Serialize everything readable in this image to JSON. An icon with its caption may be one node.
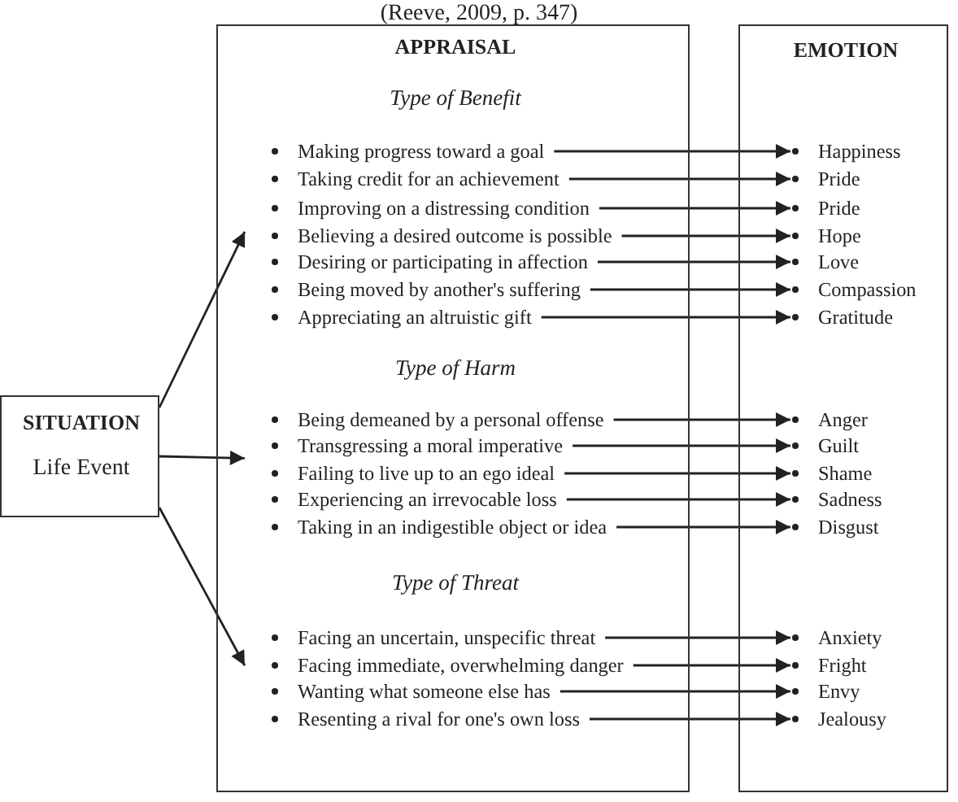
{
  "diagram": {
    "caption": "(Reeve, 2009, p. 347)",
    "nodes": [
      {
        "text": [
          "SITUATION",
          "Life Event"
        ]
      },
      {
        "text": [
          "APPRAISAL",
          "Type of Benefit",
          "Type of Harm",
          "Type of Threat"
        ]
      },
      {
        "text": [
          "Making progress toward a goal"
        ],
        "in": 1
      },
      {
        "text": [
          "Taking credit for an achievement"
        ],
        "in": 1
      },
      {
        "text": [
          "Improving on a distressing condition"
        ],
        "in": 1
      },
      {
        "text": [
          "Believing a desired outcome is possible"
        ],
        "in": 1
      },
      {
        "text": [
          "Desiring or participating in affection"
        ],
        "in": 1
      },
      {
        "text": [
          "Being moved by another's suffering"
        ],
        "in": 1
      },
      {
        "text": [
          "Appreciating an altruistic gift"
        ],
        "in": 1
      },
      {
        "text": [
          "Being demeaned by a personal offense"
        ],
        "in": 1
      },
      {
        "text": [
          "Transgressing a moral imperative"
        ],
        "in": 1
      },
      {
        "text": [
          "Failing to live up to an ego ideal"
        ],
        "in": 1
      },
      {
        "text": [
          "Experiencing an irrevocable loss"
        ],
        "in": 1
      },
      {
        "text": [
          "Taking in an indigestible object or idea"
        ],
        "in": 1
      },
      {
        "text": [
          "Facing an uncertain, unspecific threat"
        ],
        "in": 1
      },
      {
        "text": [
          "Facing immediate, overwhelming danger"
        ],
        "in": 1
      },
      {
        "text": [
          "Wanting what someone else has"
        ],
        "in": 1
      },
      {
        "text": [
          "Resenting a rival for one's own loss"
        ],
        "in": 1
      },
      {
        "text": [
          "EMOTION"
        ]
      },
      {
        "text": [
          "Happiness"
        ],
        "in": 18
      },
      {
        "text": [
          "Pride"
        ],
        "in": 18
      },
      {
        "text": [
          "Pride"
        ],
        "in": 18
      },
      {
        "text": [
          "Hope"
        ],
        "in": 18
      },
      {
        "text": [
          "Love"
        ],
        "in": 18
      },
      {
        "text": [
          "Compassion"
        ],
        "in": 18
      },
      {
        "text": [
          "Gratitude"
        ],
        "in": 18
      },
      {
        "text": [
          "Anger"
        ],
        "in": 18
      },
      {
        "text": [
          "Guilt"
        ],
        "in": 18
      },
      {
        "text": [
          "Shame"
        ],
        "in": 18
      },
      {
        "text": [
          "Sadness"
        ],
        "in": 18
      },
      {
        "text": [
          "Disgust"
        ],
        "in": 18
      },
      {
        "text": [
          "Anxiety"
        ],
        "in": 18
      },
      {
        "text": [
          "Fright"
        ],
        "in": 18
      },
      {
        "text": [
          "Envy"
        ],
        "in": 18
      },
      {
        "text": [
          "Jealousy"
        ],
        "in": 18
      }
    ],
    "edges": [
      {
        "from": 0,
        "to": 1,
        "arrow": "to"
      },
      {
        "from": 0,
        "to": 1,
        "arrow": "to"
      },
      {
        "from": 0,
        "to": 1,
        "arrow": "to"
      },
      {
        "from": 2,
        "to": 19,
        "arrow": "to"
      },
      {
        "from": 3,
        "to": 20,
        "arrow": "to"
      },
      {
        "from": 4,
        "to": 21,
        "arrow": "to"
      },
      {
        "from": 5,
        "to": 22,
        "arrow": "to"
      },
      {
        "from": 6,
        "to": 23,
        "arrow": "to"
      },
      {
        "from": 7,
        "to": 24,
        "arrow": "to"
      },
      {
        "from": 8,
        "to": 25,
        "arrow": "to"
      },
      {
        "from": 9,
        "to": 26,
        "arrow": "to"
      },
      {
        "from": 10,
        "to": 27,
        "arrow": "to"
      },
      {
        "from": 11,
        "to": 28,
        "arrow": "to"
      },
      {
        "from": 12,
        "to": 29,
        "arrow": "to"
      },
      {
        "from": 13,
        "to": 30,
        "arrow": "to"
      },
      {
        "from": 14,
        "to": 31,
        "arrow": "to"
      },
      {
        "from": 15,
        "to": 32,
        "arrow": "to"
      },
      {
        "from": 16,
        "to": 33,
        "arrow": "to"
      },
      {
        "from": 17,
        "to": 34,
        "arrow": "to"
      }
    ]
  }
}
